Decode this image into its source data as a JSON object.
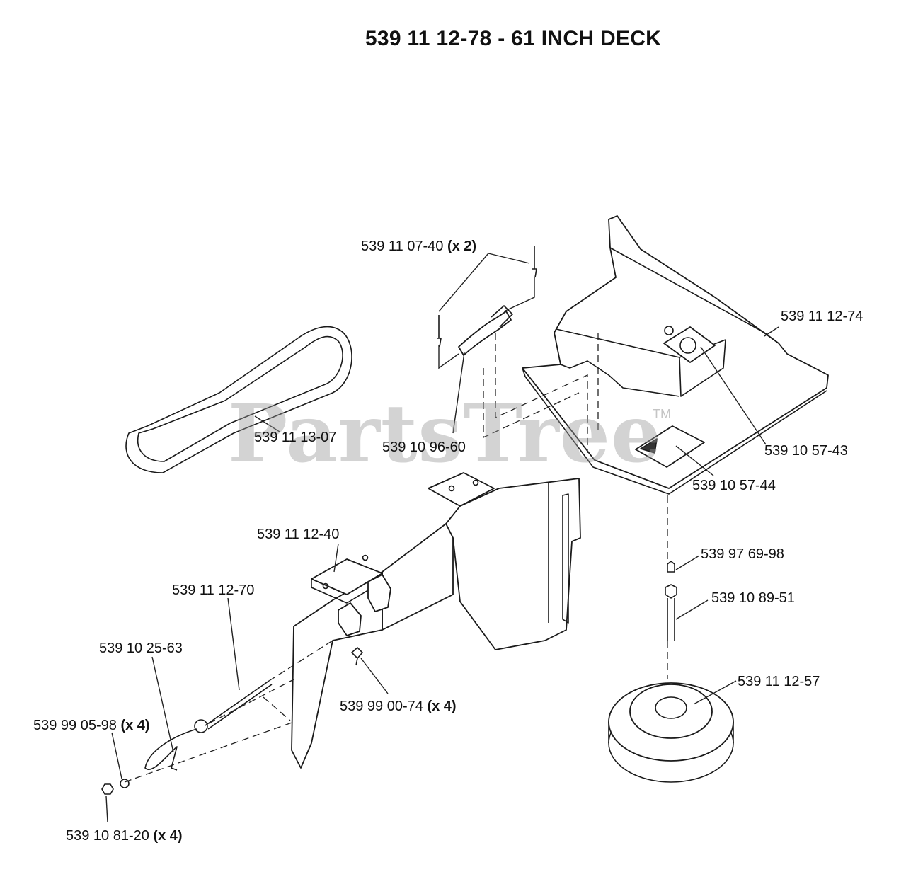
{
  "title": "539 11 12-78 - 61 INCH DECK",
  "watermark": "PartsTree",
  "trademark": "TM",
  "labels": {
    "clip_pin": {
      "part": "539 11 07-40",
      "qty": "(x 2)"
    },
    "chute": {
      "part": "539 11 12-74"
    },
    "belt": {
      "part": "539 11 13-07"
    },
    "latch": {
      "part": "539 10 96-60"
    },
    "decal_43": {
      "part": "539 10 57-43"
    },
    "decal_44": {
      "part": "539 10 57-44"
    },
    "bracket": {
      "part": "539 11 12-40"
    },
    "grease_fitting": {
      "part": "539 97 69-98"
    },
    "rod": {
      "part": "539 11 12-70"
    },
    "bolt": {
      "part": "539 10 89-51"
    },
    "lanyard": {
      "part": "539 10 25-63"
    },
    "carriage_bolt": {
      "part": "539 99 00-74",
      "qty": "(x 4)"
    },
    "pulley": {
      "part": "539 11 12-57"
    },
    "washer": {
      "part": "539 99 05-98",
      "qty": "(x 4)"
    },
    "nut": {
      "part": "539 10 81-20",
      "qty": "(x 4)"
    }
  }
}
